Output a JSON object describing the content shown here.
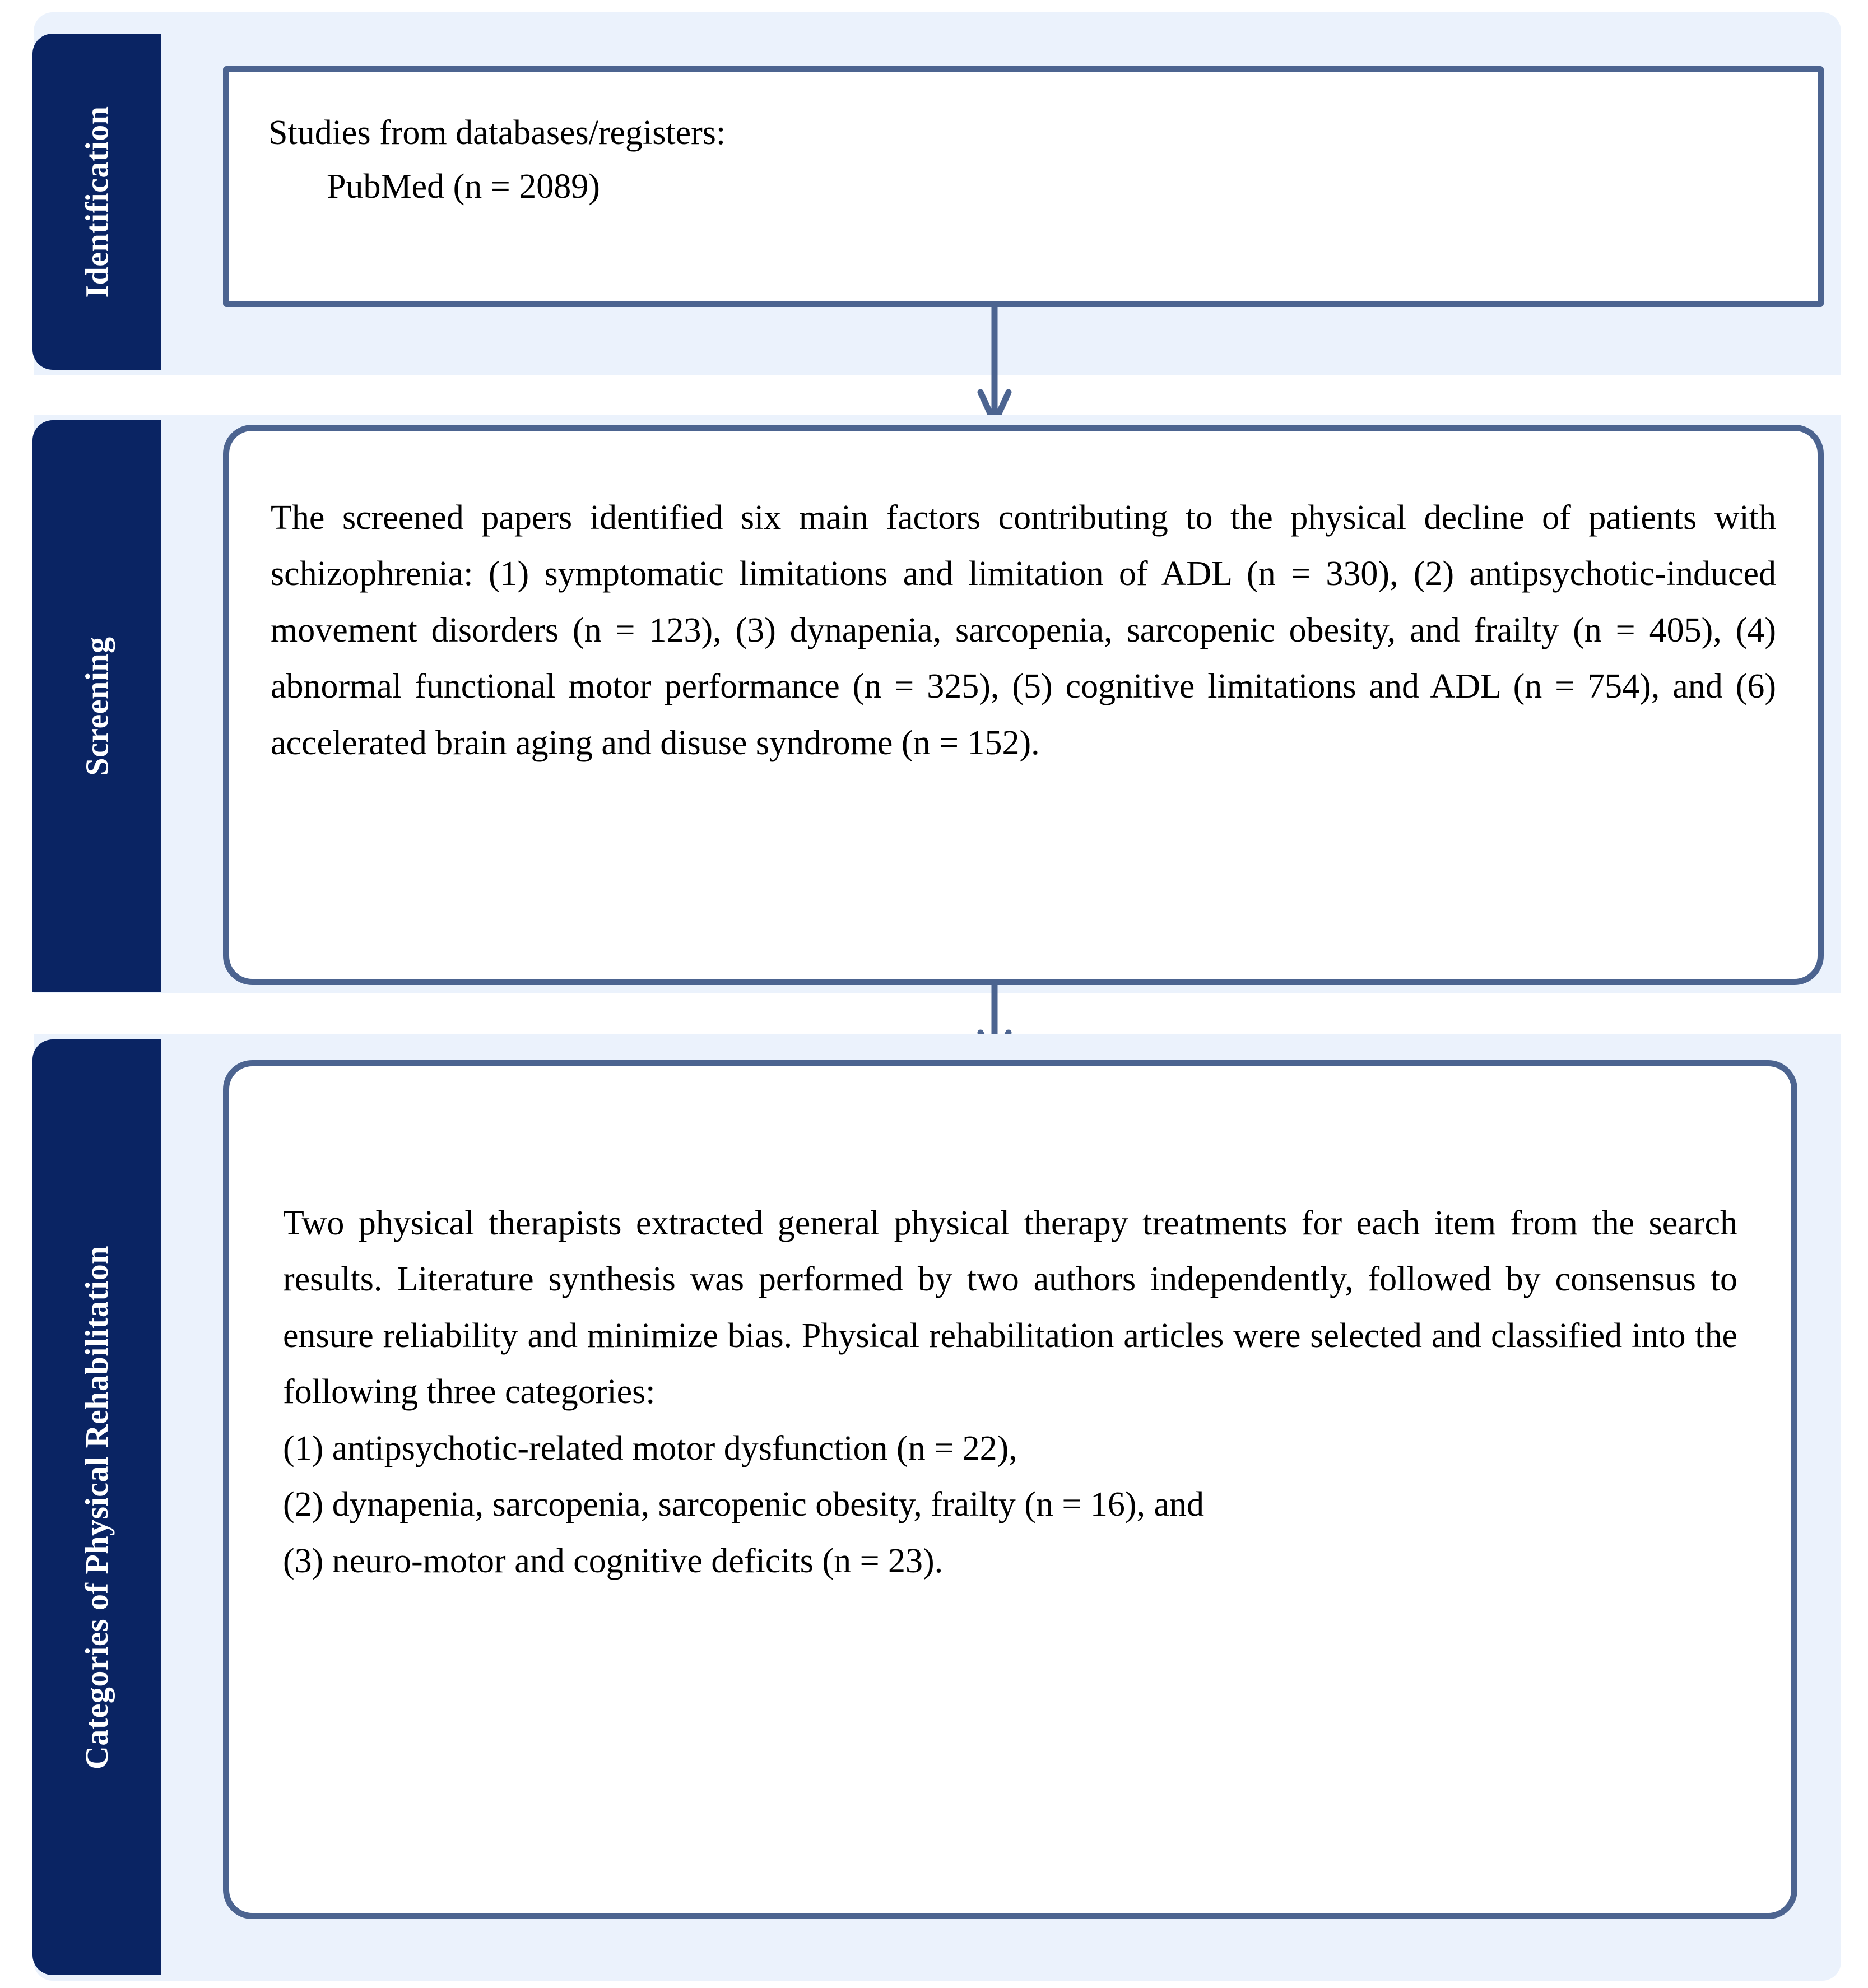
{
  "colors": {
    "stage_tab_navy": "#0a2463",
    "band_pale_blue": "#ebf2fc",
    "box_border_steel": "#4c6490",
    "box_fill": "#ffffff",
    "text": "#000000",
    "tab_label": "#ffffff"
  },
  "stages": [
    {
      "id": "identification",
      "label": "Identification"
    },
    {
      "id": "screening",
      "label": "Screening"
    },
    {
      "id": "categories",
      "label": "Categories of Physical Rehabilitation"
    }
  ],
  "boxes": {
    "identification": {
      "heading": "Studies from databases/registers:",
      "source_line": "PubMed (n = 2089)"
    },
    "screening": {
      "paragraph": "The screened papers identified six main factors contributing to the physical decline of patients with schizophrenia: (1) symptomatic limitations and limitation of ADL (n = 330), (2) antipsychotic-induced movement disorders (n = 123), (3) dynapenia, sarcopenia, sarcopenic obesity, and frailty (n = 405), (4) abnormal functional motor performance (n = 325), (5) cognitive limitations and ADL (n = 754), and (6) accelerated brain aging and disuse syndrome (n = 152)."
    },
    "categories": {
      "paragraph": "Two physical therapists extracted general physical therapy treatments for each item from the search results. Literature synthesis was performed by two authors independently, followed by consensus to ensure reliability and minimize bias. Physical rehabilitation articles were selected and classified into the following three categories:",
      "items": [
        "(1) antipsychotic-related motor dysfunction (n = 22),",
        "(2) dynapenia, sarcopenia, sarcopenic obesity, frailty (n = 16), and",
        "(3) neuro-motor and cognitive deficits (n = 23)."
      ]
    }
  },
  "connectors": [
    {
      "id": "arrow-identification-to-screening",
      "icon": "down-arrow-icon"
    },
    {
      "id": "arrow-screening-to-categories",
      "icon": "down-arrow-icon"
    }
  ]
}
